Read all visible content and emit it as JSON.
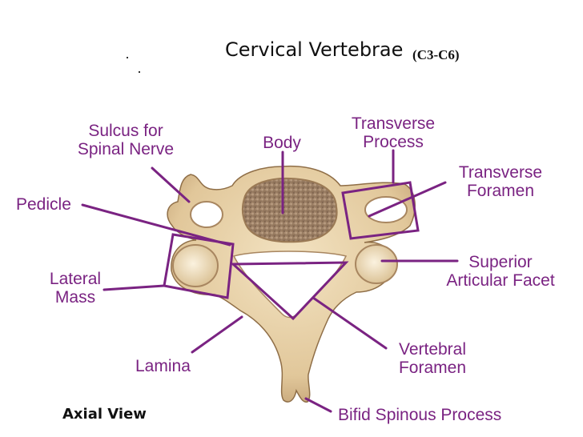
{
  "diagram": {
    "title": "Cervical Vertebrae",
    "title_range": "(C3-C6)",
    "view_label": "Axial View",
    "label_color": "#7a2382",
    "bone_color": "#e6cfa4",
    "labels": {
      "sulcus": [
        "Sulcus for",
        "Spinal Nerve"
      ],
      "body": "Body",
      "transverse_process": [
        "Transverse",
        "Process"
      ],
      "transverse_foramen": [
        "Transverse",
        "Foramen"
      ],
      "pedicle": "Pedicle",
      "superior_articular_facet": [
        "Superior",
        "Articular Facet"
      ],
      "lateral_mass": [
        "Lateral",
        "Mass"
      ],
      "vertebral_foramen": [
        "Vertebral",
        "Foramen"
      ],
      "lamina": "Lamina",
      "bifid_spinous_process": "Bifid Spinous Process"
    }
  }
}
